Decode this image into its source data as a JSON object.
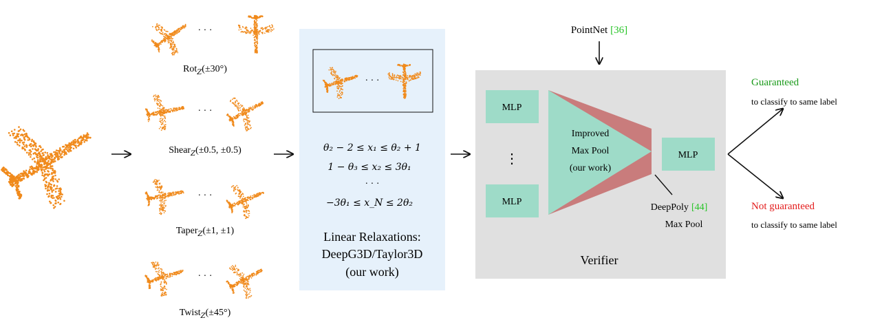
{
  "colors": {
    "point_orange": "#f08a1c",
    "relax_panel": "#e6f1fb",
    "verifier_panel": "#e0e0e0",
    "mlp_teal": "#9edbc8",
    "maxpool_red": "#c97c7c",
    "guaranteed_green": "#1a9a1a",
    "not_guaranteed_red": "#e31b1b",
    "citation_green": "#26c426"
  },
  "transforms": [
    {
      "label": "Rot",
      "subscript": "Z",
      "params": "(±30°)"
    },
    {
      "label": "Shear",
      "subscript": "Z",
      "params": "(±0.5, ±0.5)"
    },
    {
      "label": "Taper",
      "subscript": "Z",
      "params": "(±1, ±1)"
    },
    {
      "label": "Twist",
      "subscript": "Z",
      "params": "(±45°)"
    }
  ],
  "ellipsis": "· · ·",
  "vdots": "⋮",
  "relaxation": {
    "constraints": [
      "θ₂ − 2 ≤ x₁ ≤ θ₂ + 1",
      "1 − θ₃ ≤ x₂ ≤ 3θ₁",
      "· · ·",
      "−3θ₁ ≤ x_N ≤ 2θ₂"
    ],
    "title_line1": "Linear Relaxations:",
    "title_line2": "DeepG3D/Taylor3D",
    "title_line3": "(our work)"
  },
  "verifier": {
    "pointnet_label": "PointNet",
    "pointnet_cite": "[36]",
    "mlp_label": "MLP",
    "maxpool_line1": "Improved",
    "maxpool_line2": "Max Pool",
    "maxpool_line3": "(our work)",
    "deeppoly_label": "DeepPoly",
    "deeppoly_cite": "[44]",
    "deeppoly_line2": "Max Pool",
    "title": "Verifier"
  },
  "outcomes": {
    "guaranteed": "Guaranteed",
    "not_guaranteed": "Not guaranteed",
    "subtext": "to classify to same label"
  }
}
